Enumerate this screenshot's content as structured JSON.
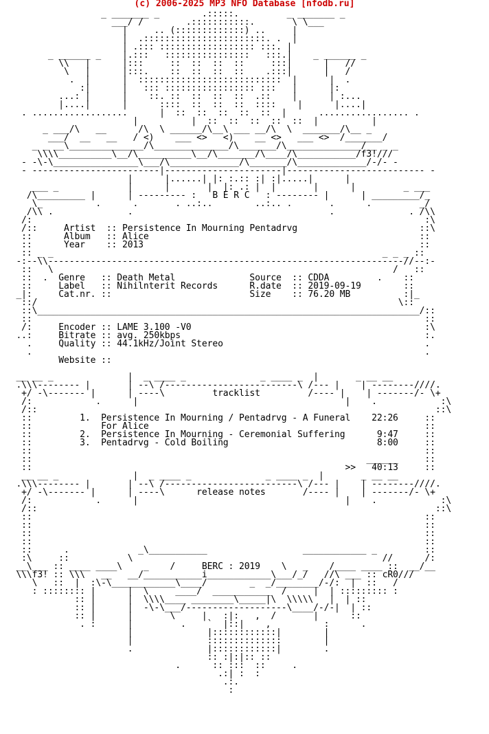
{
  "header_text": "(c) 2006-2025 MP3 NFO Database [nfodb.ru]",
  "colors": {
    "background": "#ffffff",
    "header": "#cc0000",
    "text": "#000000"
  },
  "nfo_lines": [
    "                  _ _______ _        .:::::.         _ _______ _",
    "                    ___/ /        .:::::::::::.       \\ \\___",
    "                      |     .. (:::::::::::::) ..     |",
    "                      |  .:::::::::::::::::::::::. .  |",
    "                      | .::: :::::::::::::::::: :::. |",
    "        _ ______ _    |.:::   ::::::::::::::::   :::.|    _ ______ _",
    "          \\\\   |      |:::     ::  ::  ::  ::     :::|      |   //",
    "           \\   |      |:::.    ::  ::  ::  ::    .:::|      |   /",
    "            .  |      |  :::::::::::::::::::::::::::  |      |  .",
    "              :|      |   ::: ::::::::::::::::: :::   |      |:",
    "          ...: |      |    ::. ::  ::  ::  ::  .::    |      | :...",
    "          |....|      |      ::::  ::  ::  ::  ::::    |      |....|",
    "   . ..................      |  ::  ::  ::  ::  ::  |      ................. .",
    "                        |          |  ::  ::  ::  ::  ::  |          |",
    "       _ ___/\\   __      /\\  \\ ______/\\__\\ ___ __/\\  \\  _______/\\__ _",
    "        ___/  __   __   / <)    ___ <>   <)    __ <>   ___ <>  /_______/",
    "     _ _ __\\______________/\\______________/\\_______/\\______________/__ _ _",
    "      \\\\\\\\__________\\__/\\__________\\__/\\_______/\\____/\\___________/f3!///",
    "   - -\\-\\________________\\___/\\_____________/\\_______/\\_____________/-/- -",
    "   - ------------------------|----------------------|-------------------------- -",
    "                       |      |......| |: :.:: :| :|.....|      |",
    "     ___ _             |      |       |  |: .: |  |       |      |         _ ___",
    "    /\\_________ |      | --------- :   B E R C   : -------- |      | _________/_",
    "     \\_          .      .       . ..:..        ..:.. .       .      .         _/",
    "    /\\\\ .              .                                     .              . /\\\\",
    "   /:                                                                          :\\",
    "   /::     Artist  :: Persistence In Mourning Pentadrvg                       ::\\",
    "   ::      Album   :: Alice                                                   ::",
    "   ::      Year    :: 2013                                                    ::",
    "   :: _ _                                                              _ _ _ ::",
    "  -:--\\\\-------------------------------------------------------------------//--:-",
    "   ::   \\                                                                /   ::",
    "   ::  .  Genre   :: Death Metal              Source  :: CDDA         .    ::",
    "   ::     Label   :: Nihilnterit Records      R.date  :: 2019-09-19        ::",
    "  _|:     Cat.nr. ::                          Size    :: 76.20 MB          :|_",
    "   ::/                                                                    \\::",
    "   ::\\________________________________________________________________________/::",
    "   ::                                                                          ::",
    "   /:     Encoder :: LAME 3.100 -V0                                            :\\",
    "  ..:     Bitrate :: avg. 250kbps                                              :.",
    "    .     Quality :: 44.1kHz/Joint Stereo                                      .",
    "    .                                                                          .",
    "          Website ::",
    "",
    "  __ __ _              |  _ ____ _              _ ____ _  |       _ __ __",
    "  .\\\\\\-------- |       | --\\ /-------------------------\\ /--- |    | --------////.",
    "   +/ -\\------- |      | ----\\         tracklist         /---- |    | -------/- \\+",
    "   /:            .      |                                       |    .            :\\",
    "   /::                                                                           ::\\",
    "   ::         1.  Persistence In Mourning / Pentadrvg - A Funeral    22:26     ::",
    "   ::             For Alice                                                    ::",
    "   ::         2.  Persistence In Mourning - Ceremonial Suffering      9:47     ::",
    "   ::         3.  Pentadrvg - Cold Boiling                            8:00     ::",
    "   ::                                                                          ::",
    "   ::                                                               ______     ::",
    "   ::                                                           >>   40:13     ::",
    "   __ __ _              |  _ ____ _              _ ____ _  |       _ __ __",
    "  .\\\\\\-------- |       | --\\ /-------------------------\\ /--- |    | --------////.",
    "   +/ -\\------- |      | ----\\      release notes       /---- |    | -------/- \\+",
    "   /:            .      |                                       |    .            :\\",
    "   /::                                                                           ::\\",
    "   ::                                                                          ::",
    "   ::                                                                          ::",
    "   ::                                                                          ::",
    "   ::                                                                          ::",
    "   ::      .             _\\___________                  ____________ _         ::",
    "   :\\     ::           \\                                               //      /:",
    "  __\\___ :: ____ ____\\    _    /     BERC : 2019    \\   _    /____ ____ ::  __/__",
    "  \\\\\\f3! :: \\\\\\   __   __/___________i____________\\___/_/   //\\ ___ :: cR0///",
    "     \\   ::  |  :\\-\\____________\\____/        _  _/________/-/:  |  ::   /",
    "     : :::::::: |      |  \\     ____/  ___________  /     |  | ::::::::: :",
    "             :: |      |  \\\\\\\\____ ________\\_____|\\  \\\\\\\\\\   |  | ::",
    "             :: |      |  -\\-\\___/-------------------\\____/-/-|  | ::",
    "             :: |      |       \\     |   :|:   ,  /       |      ::",
    "              . :      |         .    `  |::|    ,          :      .",
    "                       |              |::::::::::::|        |",
    "                       |              ::::::::::::::        |",
    "                       .              |::::::::::::|        .",
    "                                      :: :|:|:: ::",
    "                                .      :: :::  ::     .",
    "                                        .:| :  :",
    "                                         .:.",
    "                                          :"
  ]
}
